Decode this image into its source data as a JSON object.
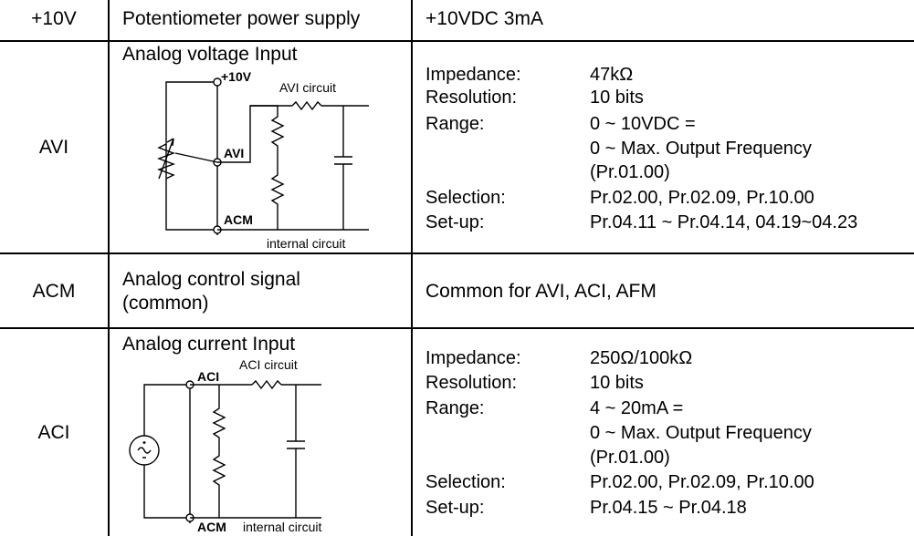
{
  "rows": [
    {
      "terminal": "+10V",
      "function": "Potentiometer power supply",
      "spec": "+10VDC 3mA"
    },
    {
      "terminal": "AVI",
      "function": "Analog voltage Input",
      "circuit": {
        "top_node": "+10V",
        "mid_node": "AVI",
        "bottom_node": "ACM",
        "circuit_label": "AVI circuit",
        "internal_label": "internal circuit"
      },
      "specs": [
        {
          "key": "Impedance:",
          "value": "47kΩ"
        },
        {
          "key": "Resolution:",
          "value": "10 bits"
        },
        {
          "key": "Range:",
          "value": "0 ~ 10VDC ="
        },
        {
          "key": "",
          "value": "0 ~ Max. Output Frequency"
        },
        {
          "key": "",
          "value": "(Pr.01.00)"
        },
        {
          "key": "Selection:",
          "value": "Pr.02.00, Pr.02.09, Pr.10.00"
        },
        {
          "key": "Set-up:",
          "value": "Pr.04.11 ~ Pr.04.14, 04.19~04.23"
        }
      ]
    },
    {
      "terminal": "ACM",
      "function_line1": "Analog control signal",
      "function_line2": "(common)",
      "spec": "Common for AVI, ACI, AFM"
    },
    {
      "terminal": "ACI",
      "function": "Analog current Input",
      "circuit": {
        "top_node": "ACI",
        "bottom_node": "ACM",
        "circuit_label": "ACI circuit",
        "internal_label": "internal circuit"
      },
      "specs": [
        {
          "key": "Impedance:",
          "value": "250Ω/100kΩ"
        },
        {
          "key": "Resolution:",
          "value": "10 bits"
        },
        {
          "key": "Range:",
          "value": "4 ~ 20mA ="
        },
        {
          "key": "",
          "value": "0 ~ Max. Output Frequency"
        },
        {
          "key": "",
          "value": "(Pr.01.00)"
        },
        {
          "key": "Selection:",
          "value": "Pr.02.00, Pr.02.09, Pr.10.00"
        },
        {
          "key": "Set-up:",
          "value": "Pr.04.15 ~ Pr.04.18"
        }
      ]
    }
  ]
}
